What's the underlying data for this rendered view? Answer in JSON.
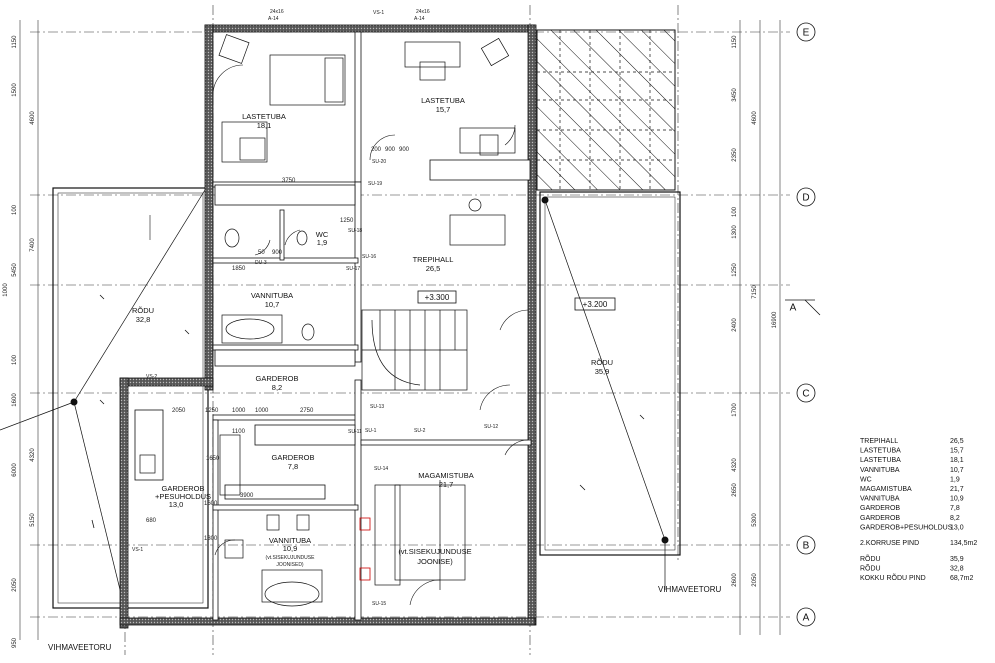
{
  "rooms": {
    "lastetuba_left": {
      "name": "LASTETUBA",
      "area": "18,1"
    },
    "lastetuba_right": {
      "name": "LASTETUBA",
      "area": "15,7"
    },
    "wc": {
      "name": "WC",
      "area": "1,9"
    },
    "trepihall": {
      "name": "TREPIHALL",
      "area": "26,5"
    },
    "vannituba_top": {
      "name": "VANNITUBA",
      "area": "10,7"
    },
    "rodu_left": {
      "name": "RÕDU",
      "area": "32,8"
    },
    "rodu_right": {
      "name": "RÕDU",
      "area": "35,9"
    },
    "garderob_mid": {
      "name": "GARDEROB",
      "area": "8,2"
    },
    "garderob_low": {
      "name": "GARDEROB",
      "area": "7,8"
    },
    "garderob_pesu": {
      "name": "GARDEROB",
      "name2": "+PESUHOLDUS",
      "area": "13,0"
    },
    "magamistuba": {
      "name": "MAGAMISTUBA",
      "area": "21,7"
    },
    "vannituba_low": {
      "name": "VANNITUBA",
      "area": "10,9",
      "note1": "(vt.SISEKUJUNDUSE",
      "note2": "JOONISED)"
    },
    "sisekujundus": {
      "line1": "(vt.SISEKUJUNDUSE",
      "line2": "JOONISE)"
    }
  },
  "levels": {
    "main": "+3.300",
    "balcony": "+3.200"
  },
  "rainpipe_label": "VIHMAVEETORU",
  "axes": [
    "E",
    "D",
    "A",
    "C",
    "B",
    "A"
  ],
  "top_tags": {
    "left": "24x16",
    "left_sub": "A-14",
    "vs": "VS-1",
    "right": "24x16",
    "right_sub": "A-14"
  },
  "legend": {
    "rows": [
      {
        "name": "TREPIHALL",
        "value": "26,5"
      },
      {
        "name": "LASTETUBA",
        "value": "15,7"
      },
      {
        "name": "LASTETUBA",
        "value": "18,1"
      },
      {
        "name": "VANNITUBA",
        "value": "10,7"
      },
      {
        "name": "WC",
        "value": "1,9"
      },
      {
        "name": "MAGAMISTUBA",
        "value": "21,7"
      },
      {
        "name": "VANNITUBA",
        "value": "10,9"
      },
      {
        "name": "GARDEROB",
        "value": "7,8"
      },
      {
        "name": "GARDEROB",
        "value": "8,2"
      },
      {
        "name": "GARDEROB+PESUHOLDUS",
        "value": "13,0"
      }
    ],
    "total_name": "2.KORRUSE PIND",
    "total_value": "134,5m2",
    "rodu_rows": [
      {
        "name": "RÕDU",
        "value": "35,9"
      },
      {
        "name": "RÕDU",
        "value": "32,8"
      },
      {
        "name": "KOKKU RÕDU PIND",
        "value": "68,7m2"
      }
    ]
  },
  "left_dims": [
    "1150",
    "1500",
    "4600",
    "100",
    "7400",
    "5450",
    "1000",
    "100",
    "1600",
    "4320",
    "6000",
    "5150",
    "2050",
    "950"
  ],
  "right_dims": [
    "1150",
    "3450",
    "4600",
    "2350",
    "100",
    "1300",
    "1250",
    "7150",
    "2400",
    "16900",
    "1700",
    "4320",
    "2650",
    "5300",
    "2600",
    "2050"
  ],
  "inner_dims": [
    "3750",
    "900",
    "1250",
    "1850",
    "50",
    "900",
    "2050",
    "1250",
    "1000",
    "1000",
    "2750",
    "1100",
    "1650",
    "3900",
    "680",
    "200",
    "900",
    "1600",
    "1300"
  ],
  "codes": [
    "SU-20",
    "SU-19",
    "SU-18",
    "SU-17",
    "DU-3",
    "SU-16",
    "SU-13",
    "SU-12",
    "SU-14",
    "SU-15",
    "SU-2",
    "SU-1",
    "SU-11",
    "VS-1",
    "VS-2"
  ]
}
